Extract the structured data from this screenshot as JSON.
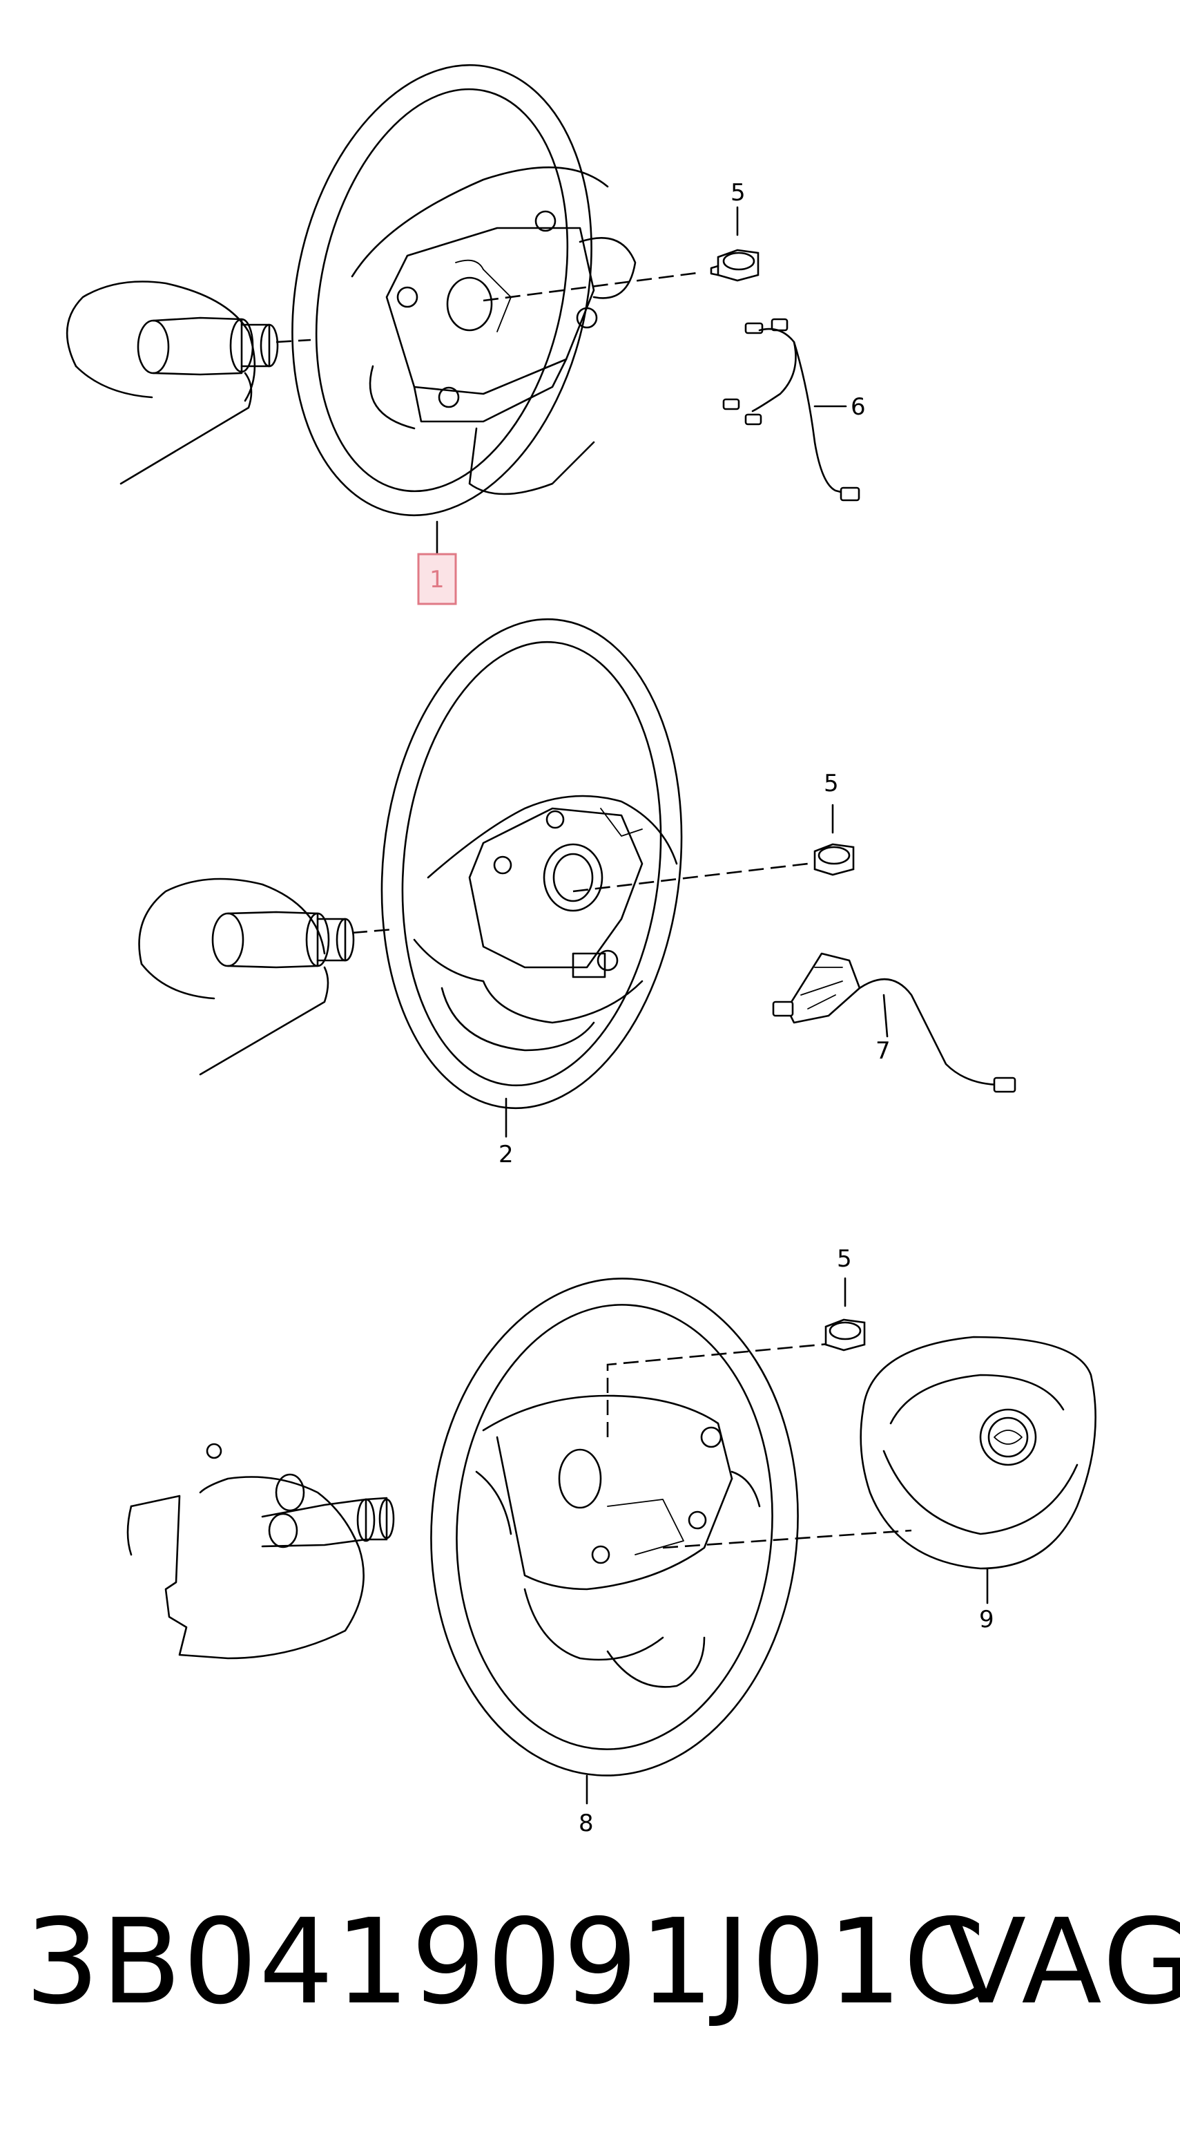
{
  "callouts": {
    "c1": "1",
    "c2": "2",
    "c5a": "5",
    "c5b": "5",
    "c5c": "5",
    "c6": "6",
    "c7": "7",
    "c8": "8",
    "c9": "9"
  },
  "footer": {
    "part_number": "3B0419091J01C",
    "brand": "VAG"
  },
  "colors": {
    "highlight_fill": "#fbe3e6",
    "highlight_stroke": "#e07a86",
    "line": "#000000"
  }
}
